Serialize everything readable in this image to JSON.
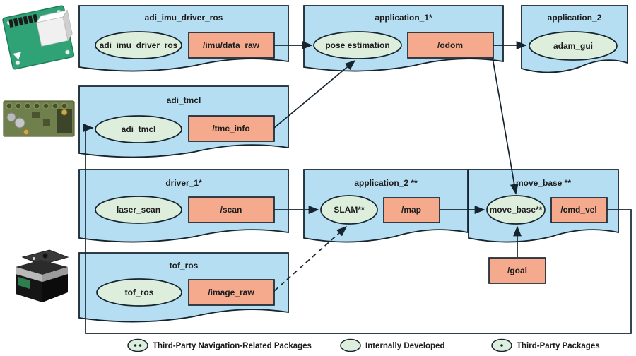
{
  "colors": {
    "package-fill": "#b5def2",
    "node-fill": "#ddeedd",
    "topic-fill": "#f5a98d",
    "stroke": "#16242f",
    "text": "#1c1c1c"
  },
  "packages": [
    {
      "title": "adi_imu_driver_ros",
      "node": "adi_imu_driver_ros",
      "topic": "/imu/data_raw"
    },
    {
      "title": "application_1*",
      "node": "pose estimation",
      "topic": "/odom"
    },
    {
      "title": "application_2",
      "node": "adam_gui"
    },
    {
      "title": "adi_tmcl",
      "node": "adi_tmcl",
      "topic": "/tmc_info"
    },
    {
      "title": "driver_1*",
      "node": "laser_scan",
      "topic": "/scan"
    },
    {
      "title": "application_2 **",
      "node": "SLAM**",
      "topic": "/map"
    },
    {
      "title": "move_base **",
      "node": "move_base**",
      "topic": "/cmd_vel"
    },
    {
      "title": "tof_ros",
      "node": "tof_ros",
      "topic": "/image_raw"
    }
  ],
  "standalone_topic": {
    "label": "/goal"
  },
  "legend": [
    {
      "icon": "double-asterisk-ellipse-icon",
      "label": "Third-Party Navigation-Related Packages"
    },
    {
      "icon": "plain-ellipse-icon",
      "label": "Internally Developed"
    },
    {
      "icon": "single-asterisk-ellipse-icon",
      "label": "Third-Party Packages"
    }
  ],
  "hardware_icons": [
    "imu-board-photo",
    "motor-controller-board-photo",
    "tof-camera-photo"
  ]
}
